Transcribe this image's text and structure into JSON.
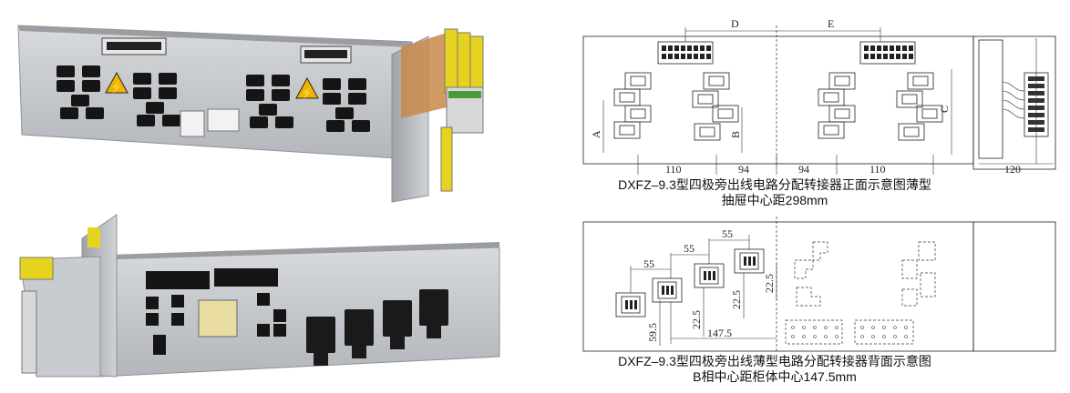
{
  "photos": {
    "warning_symbol": "⚡",
    "colors": {
      "panel": "#c9ccd0",
      "slot": "#151515",
      "warning": "#f0b400",
      "yellow": "#e6d320",
      "green": "#4a9a3a",
      "copper": "#c8884a"
    }
  },
  "front_view": {
    "labels": {
      "d": "D",
      "e": "E",
      "a": "A",
      "b": "B",
      "c": "C"
    },
    "dims": {
      "d1": "110",
      "d2": "94",
      "d3": "94",
      "d4": "110",
      "d5": "120"
    },
    "caption_line1": "DXFZ–9.3型四极旁出线电路分配转接器正面示意图薄型",
    "caption_line2": "抽屉中心距298mm"
  },
  "back_view": {
    "dims": {
      "p55a": "55",
      "p55b": "55",
      "p55c": "55",
      "v225a": "22.5",
      "v225b": "22.5",
      "v225c": "22.5",
      "v595": "59.5",
      "h1475": "147.5"
    },
    "caption_line1": "DXFZ–9.3型四极旁出线薄型电路分配转接器背面示意图",
    "caption_line2": "B相中心距柜体中心147.5mm"
  }
}
